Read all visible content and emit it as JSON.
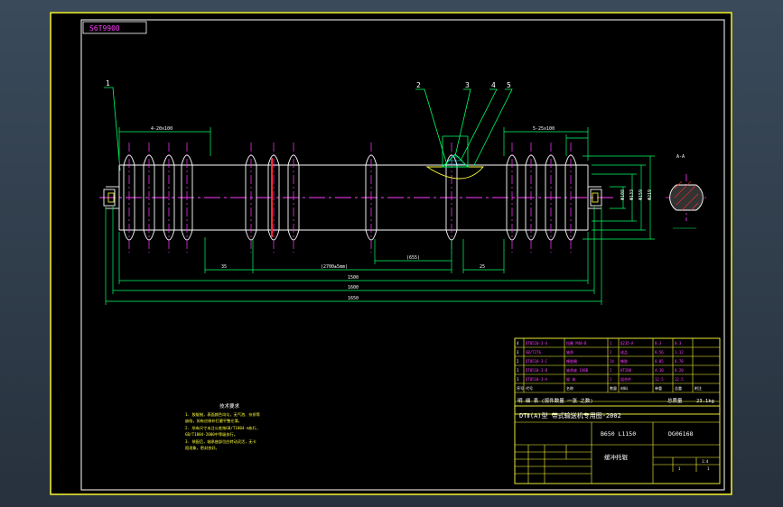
{
  "drawing": {
    "code_box": "S6T9900",
    "section_label": "A-A",
    "callouts": [
      "1",
      "2",
      "3",
      "4",
      "5"
    ],
    "dimensions": {
      "bellows_left": "4-20x100",
      "bellows_right": "5-25x100",
      "span_left": "35",
      "span_mid_long": "(2700±5mm)",
      "span_mid_short": "(655)",
      "span_right": "25",
      "overall_1": "1500",
      "overall_2": "1600",
      "overall_3": "1650",
      "dia_1": "Φ108",
      "dia_2": "Φ133",
      "dia_3": "Φ159",
      "dia_4": "Φ219"
    }
  },
  "notes": {
    "title": "技术要求",
    "lines": [
      "1. 胶辊制，表面颜色均匀，无气泡、杂质等",
      "   缺陷，如有应修补打磨平整光滑。",
      "2. 所有尺寸未注公差按GB/T1804-m执行，",
      "   GB/T1804-2000中等级执行。",
      "3. 装配后，轴承座部位应转动灵活，无卡",
      "   阻现象，密封良好。"
    ]
  },
  "parts_list": {
    "rows": [
      {
        "no": "4",
        "code": "DT0510-3-4",
        "name": "挡圈 M48-B",
        "qty": "1",
        "material": "Q235-A",
        "weight": "0.3",
        "unit": "0.3"
      },
      {
        "no": "3",
        "code": "GB/T276",
        "name": "轴承",
        "qty": "2",
        "material": "成品",
        "weight": "0.56",
        "unit": "1.12"
      },
      {
        "no": "2",
        "code": "DT0510-3-C",
        "name": "橡胶圈",
        "qty": "14",
        "material": "橡胶",
        "weight": "0.05",
        "unit": "0.70"
      },
      {
        "no": "1",
        "code": "DT0510-3-B",
        "name": "轴承座 148B",
        "qty": "2",
        "material": "HT200",
        "weight": "4.10",
        "unit": "8.20"
      },
      {
        "no": "1",
        "code": "DT0510-3-A",
        "name": "辊 体",
        "qty": "1",
        "material": "组合件",
        "weight": "12.5",
        "unit": "12.5"
      }
    ],
    "header": [
      "序号",
      "代号",
      "名称",
      "数量",
      "材料",
      "单重",
      "总重",
      "附注"
    ],
    "summary_left": "明 细 表  (按件数量 一张 之数)",
    "summary_weight_label": "总质量",
    "summary_weight": "23.1kg"
  },
  "title_block": {
    "title": "DTⅡ(A)型  带式输送机专用图-2002",
    "model": "B650 L1150",
    "drawing_no": "DG06168",
    "part_name": "缓冲托辊",
    "sheet": "1",
    "sheets": "1",
    "scale": "1:4"
  }
}
